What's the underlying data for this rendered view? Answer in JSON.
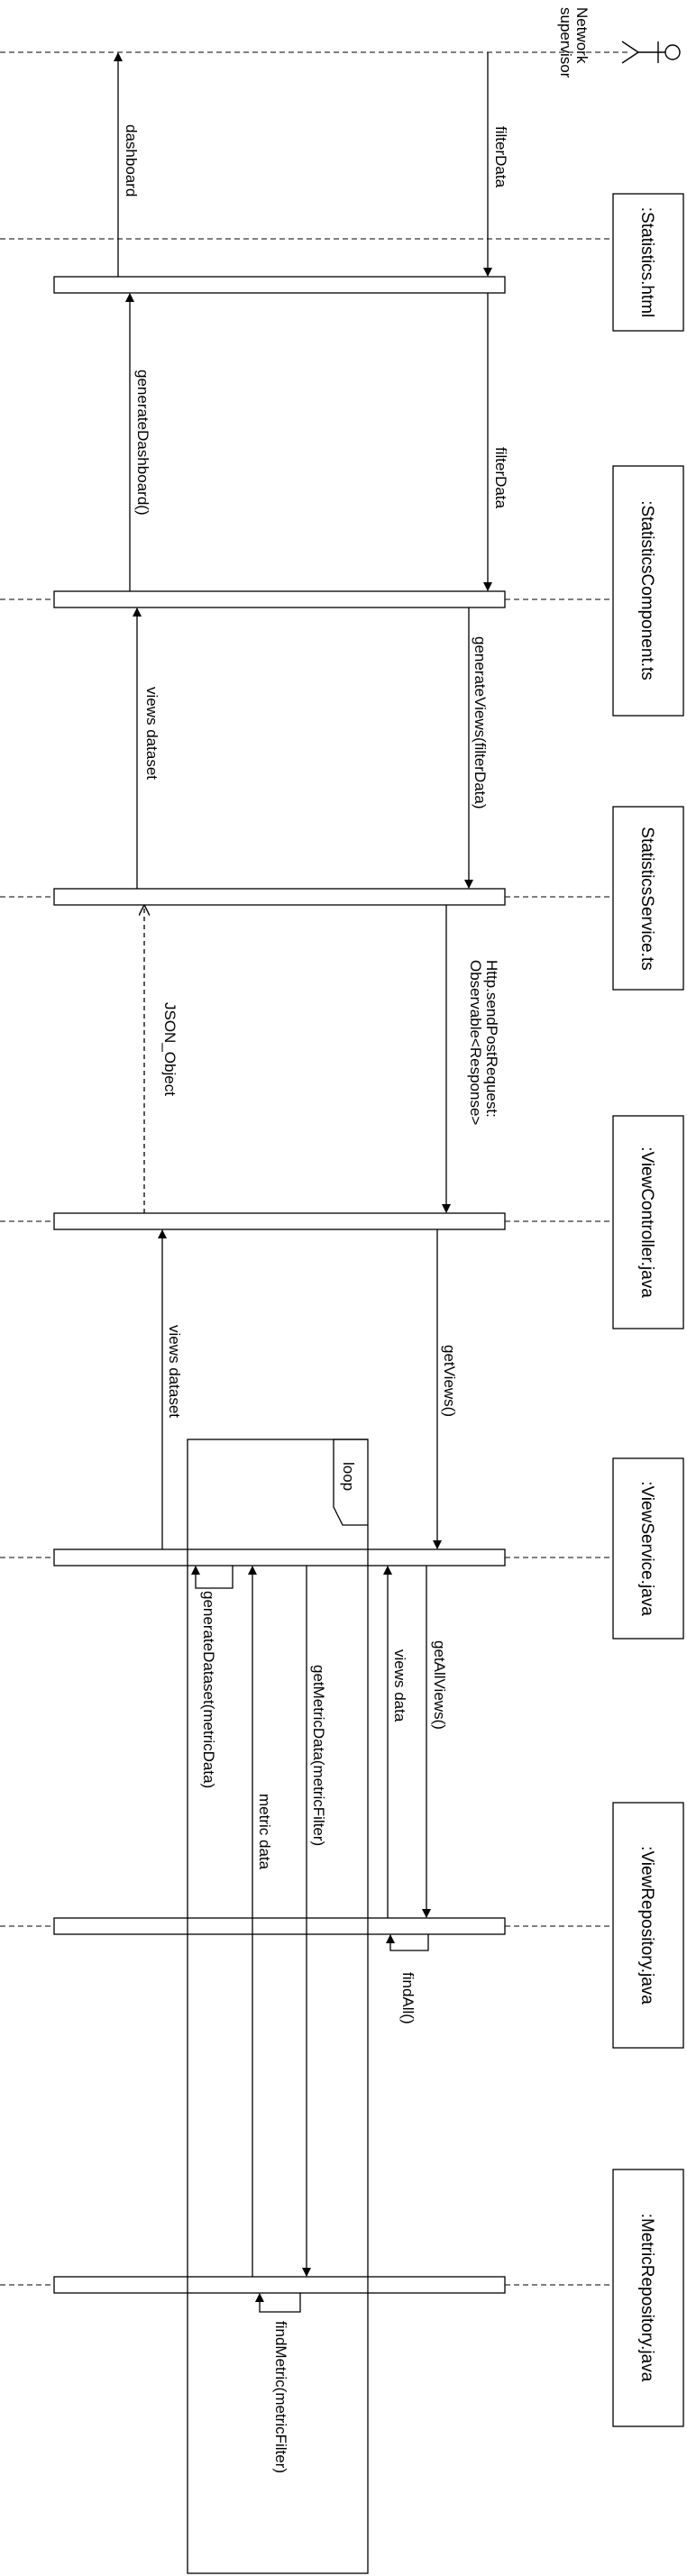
{
  "actor": {
    "name_line1": "Network",
    "name_line2": "supervisor"
  },
  "participants": [
    {
      "id": "statistics_html",
      "label": ":Statistics.html"
    },
    {
      "id": "statistics_component",
      "label": ":StatisticsComponent.ts"
    },
    {
      "id": "statistics_service",
      "label": "StatisticsService.ts"
    },
    {
      "id": "view_controller",
      "label": ":ViewController.java"
    },
    {
      "id": "view_service",
      "label": ":ViewService.java"
    },
    {
      "id": "view_repository",
      "label": ":ViewRepository.java"
    },
    {
      "id": "metric_repository",
      "label": ":MetricRepository.java"
    }
  ],
  "messages": [
    {
      "id": "filter_data_1",
      "label": "filterData"
    },
    {
      "id": "dashboard",
      "label": "dashboard"
    },
    {
      "id": "filter_data_2",
      "label": "filterData"
    },
    {
      "id": "generate_dashboard",
      "label": "generateDashboard()"
    },
    {
      "id": "generate_views",
      "label": "generateViews(filterData)"
    },
    {
      "id": "views_dataset_1",
      "label": "views dataset"
    },
    {
      "id": "http_send",
      "label_line1": "Http.sendPostRequest:",
      "label_line2": "Observable<Response>"
    },
    {
      "id": "json_object",
      "label": "JSON_Object"
    },
    {
      "id": "get_views",
      "label": "getViews()"
    },
    {
      "id": "views_dataset_2",
      "label": "views dataset"
    },
    {
      "id": "get_all_views",
      "label": "getAllViews()"
    },
    {
      "id": "views_data",
      "label": "views data"
    },
    {
      "id": "find_all",
      "label": "findAll()"
    },
    {
      "id": "generate_dataset",
      "label": "generateDataset(metricData)"
    },
    {
      "id": "get_metric_data",
      "label": "getMetricData(metricFilter)"
    },
    {
      "id": "metric_data",
      "label": "metric data"
    },
    {
      "id": "find_metric",
      "label": "findMetric(metricFilter)"
    }
  ],
  "fragment": {
    "operator": "loop"
  }
}
